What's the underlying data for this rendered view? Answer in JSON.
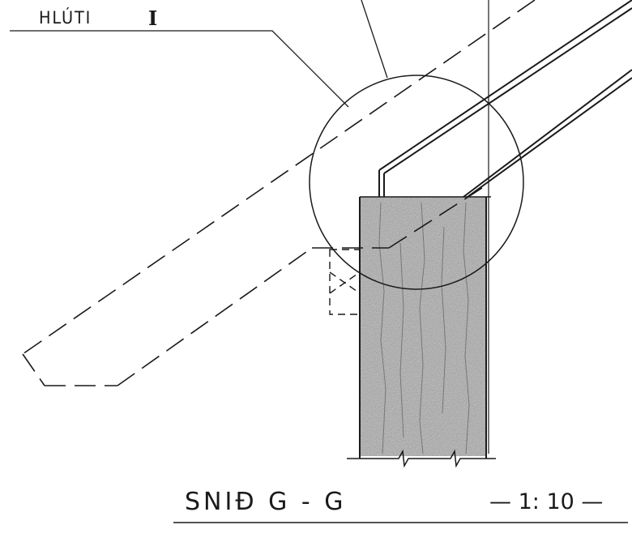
{
  "drawing": {
    "detail_label": "HLÚTI",
    "detail_number": "I",
    "section_title": "SNIÐ   G - G",
    "scale": "— 1: 10 —"
  },
  "colors": {
    "ink": "#1a1a1a",
    "concrete": "#a9a9a9"
  }
}
